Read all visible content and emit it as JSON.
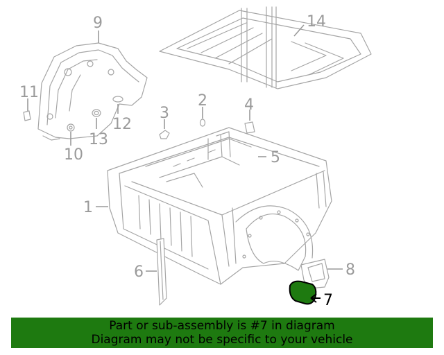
{
  "callouts": {
    "c1": "1",
    "c2": "2",
    "c3": "3",
    "c4": "4",
    "c5": "5",
    "c6": "6",
    "c7": "7",
    "c8": "8",
    "c9": "9",
    "c10": "10",
    "c11": "11",
    "c12": "12",
    "c13": "13",
    "c14": "14"
  },
  "highlight_part": "7",
  "colors": {
    "banner_bg": "#1e7a10",
    "part_highlight": "#1e7a10",
    "line_art": "#a5a5a5"
  },
  "banner": {
    "line1": "Part or sub-assembly is #7 in diagram",
    "line2": "Diagram may not be specific to your vehicle"
  }
}
